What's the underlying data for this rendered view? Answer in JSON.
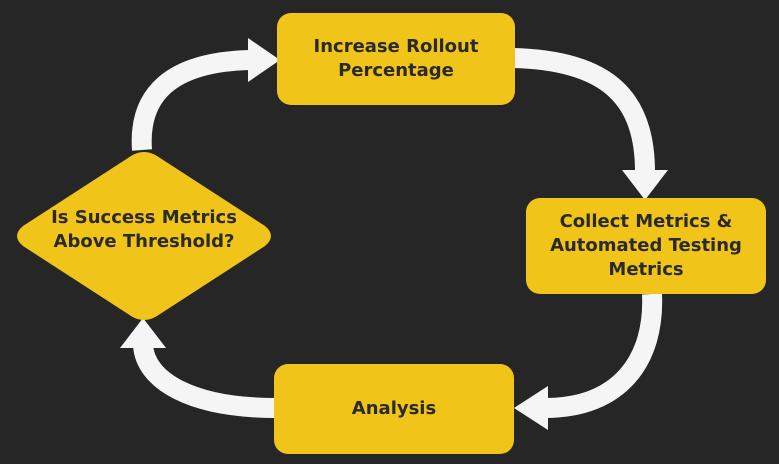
{
  "diagram": {
    "nodes": {
      "increase": {
        "line1": "Increase Rollout",
        "line2": "Percentage"
      },
      "collect": {
        "line1": "Collect Metrics &",
        "line2": "Automated Testing",
        "line3": "Metrics"
      },
      "analysis": {
        "line1": "Analysis"
      },
      "decision": {
        "line1": "Is Success Metrics",
        "line2": "Above Threshold?"
      }
    },
    "colors": {
      "background": "#262626",
      "node_fill": "#f0c419",
      "node_text": "#2a2a2a",
      "arrow": "#f5f5f5"
    }
  }
}
